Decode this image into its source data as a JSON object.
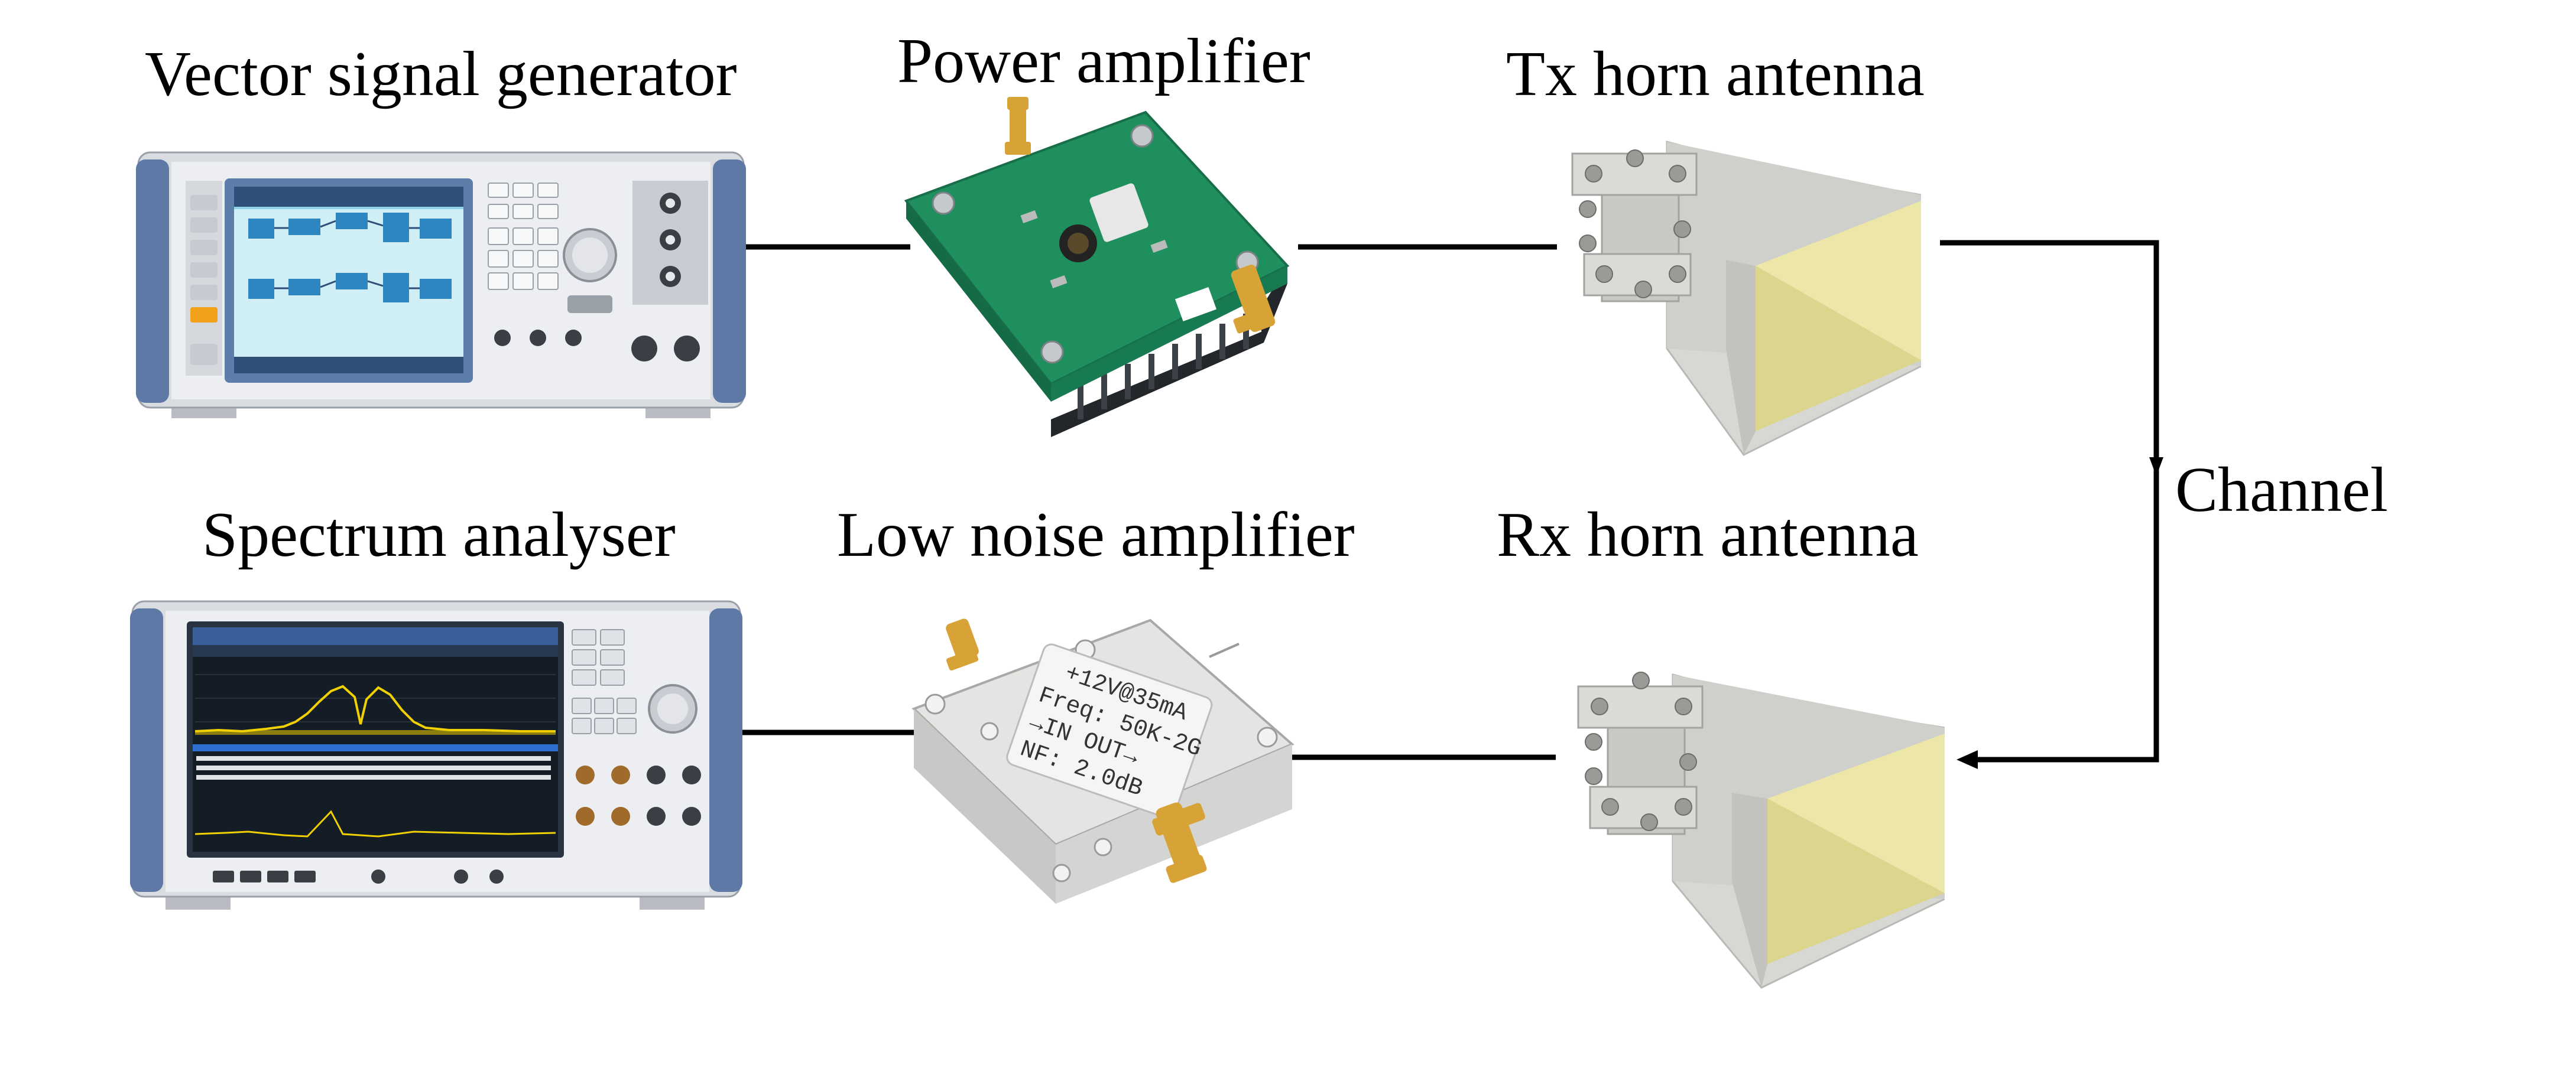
{
  "labels": {
    "vsg": "Vector signal generator",
    "pa": "Power amplifier",
    "tx": "Tx horn antenna",
    "sa": "Spectrum analyser",
    "lna": "Low noise amplifier",
    "rx": "Rx horn antenna",
    "channel": "Channel"
  },
  "lna_sticker": {
    "line1": "+12V@35mA",
    "line2": "Freq: 50K-2G",
    "line3": "→IN    OUT→",
    "line4": "NF: 2.0dB"
  },
  "colors": {
    "line": "#000000",
    "instrument_frame": "#5e79a6",
    "instrument_body": "#e6e8ec",
    "vsg_screen": "#6fb7d3",
    "sa_screen": "#111a22",
    "sa_trace": "#f0d000",
    "pcb": "#1f8f5e",
    "heatsink": "#24272b",
    "sma_gold": "#d8a336",
    "lna_body": "#dcdcdc",
    "horn_gray": "#d7d7d4",
    "horn_inner": "#ece6a8"
  },
  "icons": {
    "vsg": "vector-signal-generator-instrument",
    "sa": "spectrum-analyzer-instrument",
    "pa": "power-amplifier-board",
    "lna": "low-noise-amplifier-module",
    "tx": "horn-antenna",
    "rx": "horn-antenna"
  }
}
